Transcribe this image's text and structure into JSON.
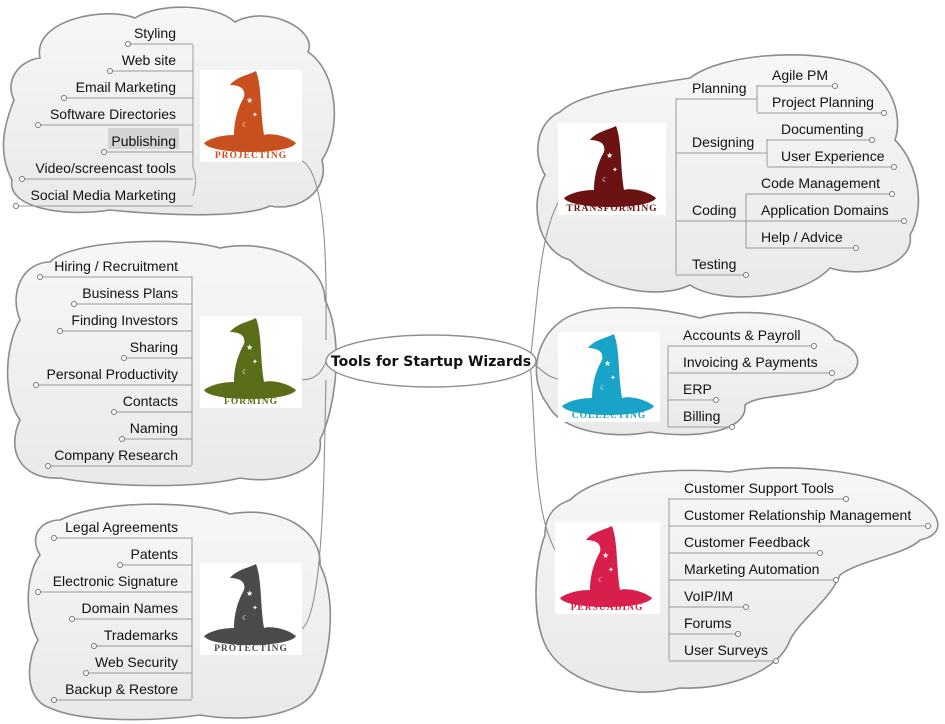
{
  "central": {
    "title": "Tools for Startup Wizards"
  },
  "clusters": [
    {
      "id": "projecting",
      "label": "PROJECTING",
      "color": "#c8501e",
      "side": "left",
      "items": [
        "Styling",
        "Web site",
        "Email Marketing",
        "Software Directories",
        "Publishing",
        "Video/screencast tools",
        "Social Media Marketing"
      ],
      "highlighted": "Publishing"
    },
    {
      "id": "forming",
      "label": "FORMING",
      "color": "#5a6e1a",
      "side": "left",
      "items": [
        "Hiring / Recruitment",
        "Business Plans",
        "Finding Investors",
        "Sharing",
        "Personal Productivity",
        "Contacts",
        "Naming",
        "Company Research"
      ]
    },
    {
      "id": "protecting",
      "label": "PROTECTING",
      "color": "#4b4b4b",
      "side": "left",
      "items": [
        "Legal Agreements",
        "Patents",
        "Electronic Signature",
        "Domain Names",
        "Trademarks",
        "Web Security",
        "Backup & Restore"
      ]
    },
    {
      "id": "transforming",
      "label": "TRANSFORMING",
      "color": "#6b1212",
      "side": "right",
      "groups": [
        {
          "label": "Planning",
          "items": [
            "Agile PM",
            "Project Planning"
          ]
        },
        {
          "label": "Designing",
          "items": [
            "Documenting",
            "User Experience"
          ]
        },
        {
          "label": "Coding",
          "items": [
            "Code Management",
            "Application Domains",
            "Help / Advice"
          ]
        },
        {
          "label": "Testing",
          "items": []
        }
      ]
    },
    {
      "id": "collecting",
      "label": "COLLECTING",
      "color": "#1aa3c8",
      "side": "right",
      "items": [
        "Accounts & Payroll",
        "Invoicing & Payments",
        "ERP",
        "Billing"
      ]
    },
    {
      "id": "persuading",
      "label": "PERSUADING",
      "color": "#d81e4a",
      "side": "right",
      "items": [
        "Customer Support Tools",
        "Customer Relationship Management",
        "Customer Feedback",
        "Marketing Automation",
        "VoIP/IM",
        "Forums",
        "User Surveys"
      ]
    }
  ]
}
